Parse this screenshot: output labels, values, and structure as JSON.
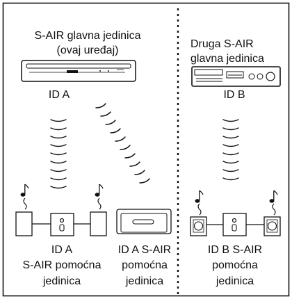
{
  "left": {
    "main_unit_line1": "S-AIR glavna jedinica",
    "main_unit_line2": "(ovaj uređaj)",
    "main_id": "ID A",
    "sub_id": "ID A",
    "sub_unit_line1": "S-AIR pomoćna",
    "sub_unit_line2": "jedinica",
    "receiver_line1": "ID A S-AIR",
    "receiver_line2": "pomoćna",
    "receiver_line3": "jedinica"
  },
  "right": {
    "main_unit_line1": "Druga S-AIR",
    "main_unit_line2": "glavna jedinica",
    "main_id": "ID B",
    "sub_line1": "ID B S-AIR",
    "sub_line2": "pomoćna",
    "sub_line3": "jedinica"
  },
  "icons": [
    "music-note-icon",
    "main-unit-icon",
    "speaker-icon",
    "surround-amplifier-icon",
    "wireless-wave-icon"
  ]
}
